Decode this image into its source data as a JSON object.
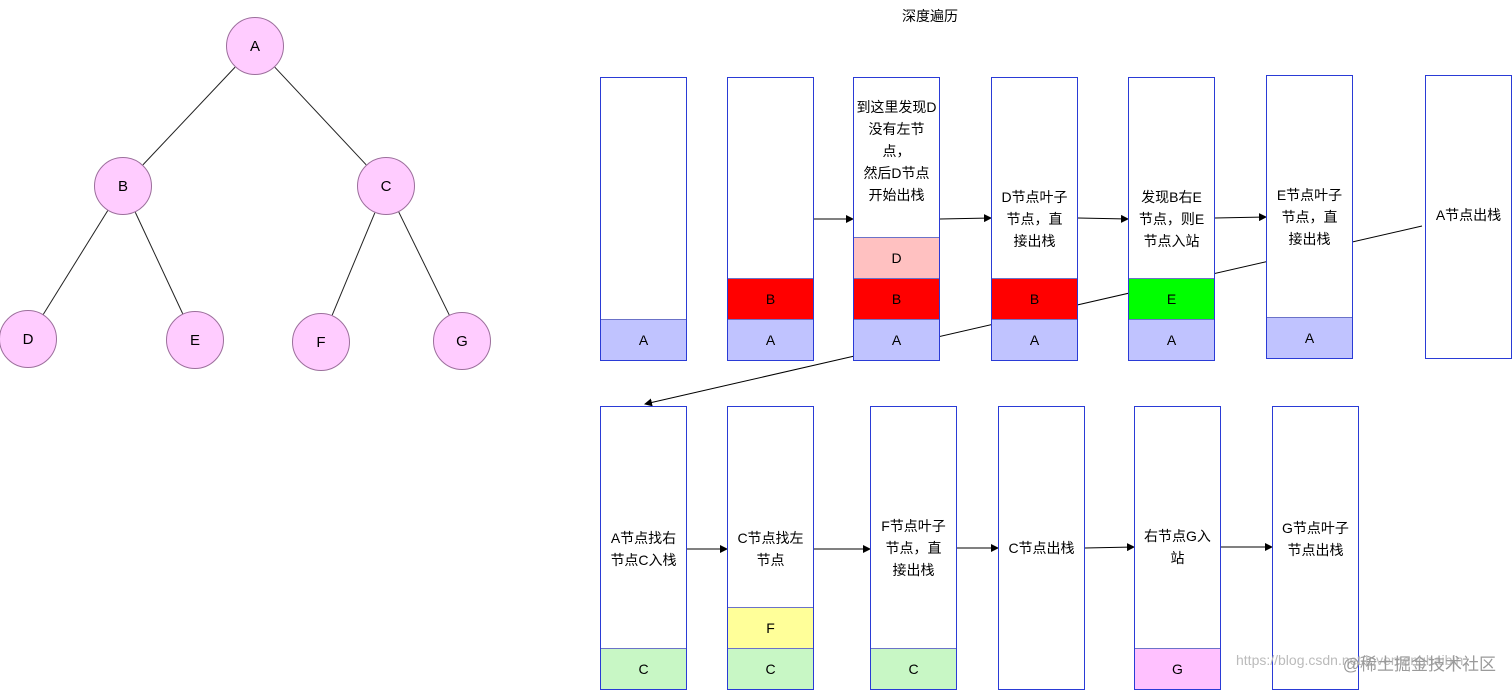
{
  "title": "深度遍历",
  "tree": {
    "nodes": [
      {
        "id": "A",
        "label": "A"
      },
      {
        "id": "B",
        "label": "B"
      },
      {
        "id": "C",
        "label": "C"
      },
      {
        "id": "D",
        "label": "D"
      },
      {
        "id": "E",
        "label": "E"
      },
      {
        "id": "F",
        "label": "F"
      },
      {
        "id": "G",
        "label": "G"
      }
    ],
    "edges": [
      [
        "A",
        "B"
      ],
      [
        "A",
        "C"
      ],
      [
        "B",
        "D"
      ],
      [
        "B",
        "E"
      ],
      [
        "C",
        "F"
      ],
      [
        "C",
        "G"
      ]
    ]
  },
  "stacks": [
    {
      "caption": "",
      "cells": [
        {
          "label": "A",
          "color": "#c0c3ff"
        }
      ]
    },
    {
      "caption": "",
      "cells": [
        {
          "label": "B",
          "color": "#ff0000"
        },
        {
          "label": "A",
          "color": "#c0c3ff"
        }
      ]
    },
    {
      "caption": "到这里发现D\n没有左节点，\n然后D节点\n开始出栈",
      "cells": [
        {
          "label": "D",
          "color": "#ffc1c1"
        },
        {
          "label": "B",
          "color": "#ff0000"
        },
        {
          "label": "A",
          "color": "#c0c3ff"
        }
      ]
    },
    {
      "caption": "D节点叶子\n节点，直\n接出栈",
      "cells": [
        {
          "label": "B",
          "color": "#ff0000"
        },
        {
          "label": "A",
          "color": "#c0c3ff"
        }
      ]
    },
    {
      "caption": "发现B右E\n节点，则E\n节点入站",
      "cells": [
        {
          "label": "E",
          "color": "#00ff00"
        },
        {
          "label": "A",
          "color": "#c0c3ff"
        }
      ]
    },
    {
      "caption": "E节点叶子\n节点，直\n接出栈",
      "cells": [
        {
          "label": "A",
          "color": "#c0c3ff"
        }
      ]
    },
    {
      "caption": "A节点出栈",
      "cells": []
    },
    {
      "caption": "A节点找右\n节点C入栈",
      "cells": [
        {
          "label": "C",
          "color": "#c8f7c5"
        }
      ]
    },
    {
      "caption": "C节点找左\n节点",
      "cells": [
        {
          "label": "F",
          "color": "#ffff99"
        },
        {
          "label": "C",
          "color": "#c8f7c5"
        }
      ]
    },
    {
      "caption": "F节点叶子\n节点，直\n接出栈",
      "cells": [
        {
          "label": "C",
          "color": "#c8f7c5"
        }
      ]
    },
    {
      "caption": "C节点出栈",
      "cells": []
    },
    {
      "caption": "右节点G入\n站",
      "cells": [
        {
          "label": "G",
          "color": "#ffc1ff"
        }
      ]
    },
    {
      "caption": "G节点叶子\n节点出栈",
      "cells": []
    }
  ],
  "watermark": "https://blog.csdn.net/lovemenghaibin",
  "watermark_logo": "@稀土掘金技术社区"
}
